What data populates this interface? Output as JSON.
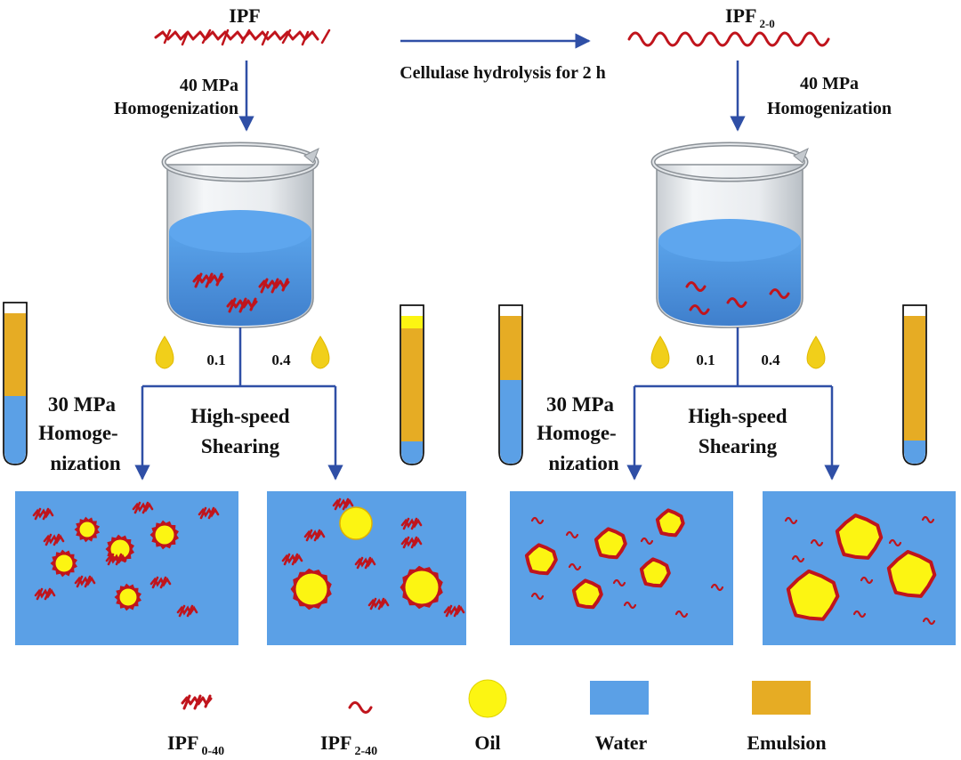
{
  "top": {
    "left_label": "IPF",
    "right_label_main": "IPF",
    "right_label_sub": "2-0",
    "arrow_text": "Cellulase hydrolysis for 2 h",
    "left_step": [
      "40 MPa",
      "Homogenization"
    ],
    "right_step": [
      "40 MPa",
      "Homogenization"
    ]
  },
  "ratios": {
    "left_low": "0.1",
    "left_high": "0.4",
    "right_low": "0.1",
    "right_high": "0.4"
  },
  "methods": {
    "left_homog": [
      "30 MPa",
      "Homoge-",
      "nization"
    ],
    "left_shear": [
      "High-speed",
      "Shearing"
    ],
    "right_homog": [
      "30 MPa",
      "Homoge-",
      "nization"
    ],
    "right_shear": [
      "High-speed",
      "Shearing"
    ]
  },
  "legend": {
    "items": [
      {
        "label_main": "IPF",
        "label_sub": "0-40",
        "icon": "tangled-fiber-icon"
      },
      {
        "label_main": "IPF",
        "label_sub": "2-40",
        "icon": "short-fiber-icon"
      },
      {
        "label_main": "Oil",
        "label_sub": "",
        "icon": "oil-droplet-icon"
      },
      {
        "label_main": "Water",
        "label_sub": "",
        "icon": "water-swatch-icon"
      },
      {
        "label_main": "Emulsion",
        "label_sub": "",
        "icon": "emulsion-swatch-icon"
      }
    ]
  },
  "colors": {
    "water": "#5ba0e6",
    "emulsion": "#e6ac24",
    "oil": "#fcf512",
    "fiber": "#c0141c",
    "arrow": "#2f4fa6"
  }
}
